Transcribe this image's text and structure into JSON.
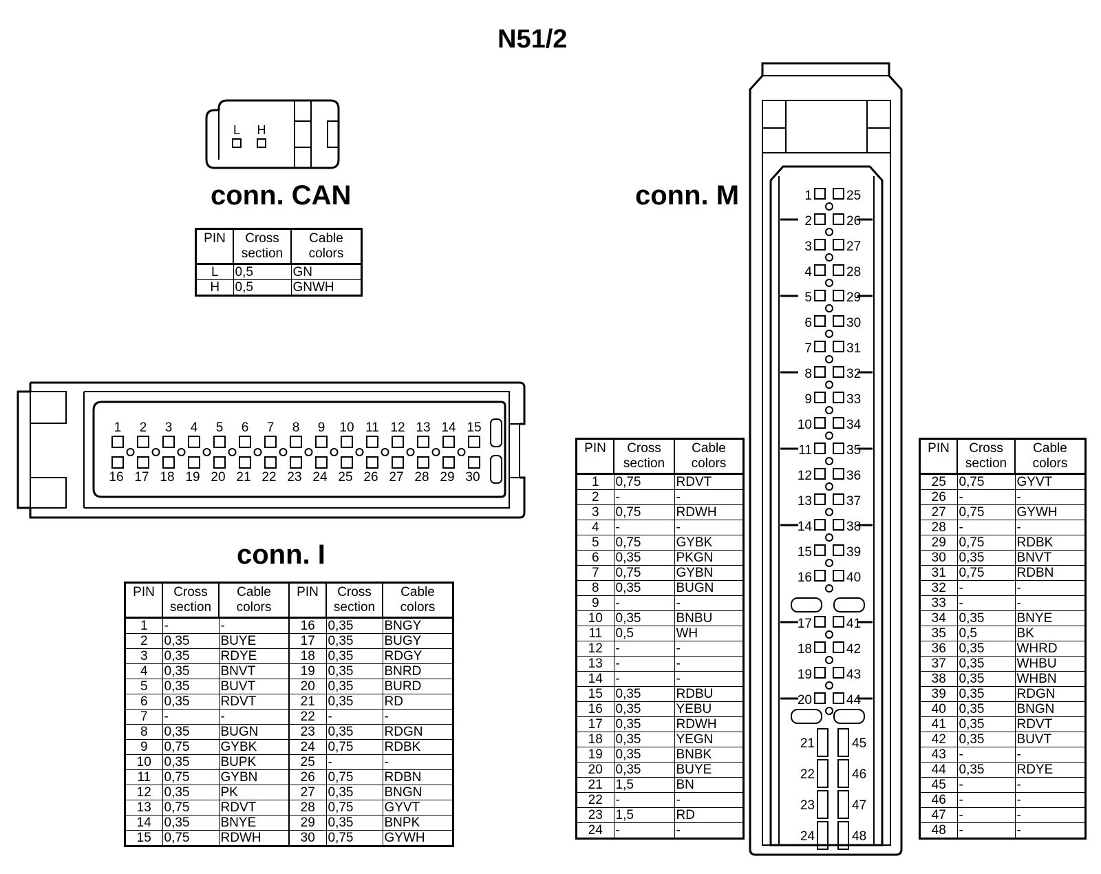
{
  "title": "N51/2",
  "headers": {
    "pin": "PIN",
    "cross": [
      "Cross",
      "section"
    ],
    "cable": [
      "Cable",
      "colors"
    ]
  },
  "connectors": {
    "can": {
      "label": "conn. CAN",
      "pin_marks": [
        "L",
        "H"
      ],
      "rows": [
        {
          "pin": "L",
          "cross": "0,5",
          "color": "GN"
        },
        {
          "pin": "H",
          "cross": "0,5",
          "color": "GNWH"
        }
      ]
    },
    "i": {
      "label": "conn. I",
      "face_top": [
        "1",
        "2",
        "3",
        "4",
        "5",
        "6",
        "7",
        "8",
        "9",
        "10",
        "11",
        "12",
        "13",
        "14",
        "15"
      ],
      "face_bottom": [
        "16",
        "17",
        "18",
        "19",
        "20",
        "21",
        "22",
        "23",
        "24",
        "25",
        "26",
        "27",
        "28",
        "29",
        "30"
      ],
      "rows": [
        {
          "pin": "1",
          "cross": "-",
          "color": "-"
        },
        {
          "pin": "2",
          "cross": "0,35",
          "color": "BUYE"
        },
        {
          "pin": "3",
          "cross": "0,35",
          "color": "RDYE"
        },
        {
          "pin": "4",
          "cross": "0,35",
          "color": "BNVT"
        },
        {
          "pin": "5",
          "cross": "0,35",
          "color": "BUVT"
        },
        {
          "pin": "6",
          "cross": "0,35",
          "color": "RDVT"
        },
        {
          "pin": "7",
          "cross": "-",
          "color": "-"
        },
        {
          "pin": "8",
          "cross": "0,35",
          "color": "BUGN"
        },
        {
          "pin": "9",
          "cross": "0,75",
          "color": "GYBK"
        },
        {
          "pin": "10",
          "cross": "0,35",
          "color": "BUPK"
        },
        {
          "pin": "11",
          "cross": "0,75",
          "color": "GYBN"
        },
        {
          "pin": "12",
          "cross": "0,35",
          "color": "PK"
        },
        {
          "pin": "13",
          "cross": "0,75",
          "color": "RDVT"
        },
        {
          "pin": "14",
          "cross": "0,35",
          "color": "BNYE"
        },
        {
          "pin": "15",
          "cross": "0,75",
          "color": "RDWH"
        },
        {
          "pin": "16",
          "cross": "0,35",
          "color": "BNGY"
        },
        {
          "pin": "17",
          "cross": "0,35",
          "color": "BUGY"
        },
        {
          "pin": "18",
          "cross": "0,35",
          "color": "RDGY"
        },
        {
          "pin": "19",
          "cross": "0,35",
          "color": "BNRD"
        },
        {
          "pin": "20",
          "cross": "0,35",
          "color": "BURD"
        },
        {
          "pin": "21",
          "cross": "0,35",
          "color": "RD"
        },
        {
          "pin": "22",
          "cross": "-",
          "color": "-"
        },
        {
          "pin": "23",
          "cross": "0,35",
          "color": "RDGN"
        },
        {
          "pin": "24",
          "cross": "0,75",
          "color": "RDBK"
        },
        {
          "pin": "25",
          "cross": "-",
          "color": "-"
        },
        {
          "pin": "26",
          "cross": "0,75",
          "color": "RDBN"
        },
        {
          "pin": "27",
          "cross": "0,35",
          "color": "BNGN"
        },
        {
          "pin": "28",
          "cross": "0,75",
          "color": "GYVT"
        },
        {
          "pin": "29",
          "cross": "0,35",
          "color": "BNPK"
        },
        {
          "pin": "30",
          "cross": "0,75",
          "color": "GYWH"
        }
      ]
    },
    "m": {
      "label": "conn. M",
      "rows": [
        {
          "pin": "1",
          "cross": "0,75",
          "color": "RDVT"
        },
        {
          "pin": "2",
          "cross": "-",
          "color": "-"
        },
        {
          "pin": "3",
          "cross": "0,75",
          "color": "RDWH"
        },
        {
          "pin": "4",
          "cross": "-",
          "color": "-"
        },
        {
          "pin": "5",
          "cross": "0,75",
          "color": "GYBK"
        },
        {
          "pin": "6",
          "cross": "0,35",
          "color": "PKGN"
        },
        {
          "pin": "7",
          "cross": "0,75",
          "color": "GYBN"
        },
        {
          "pin": "8",
          "cross": "0,35",
          "color": "BUGN"
        },
        {
          "pin": "9",
          "cross": "-",
          "color": "-"
        },
        {
          "pin": "10",
          "cross": "0,35",
          "color": "BNBU"
        },
        {
          "pin": "11",
          "cross": "0,5",
          "color": "WH"
        },
        {
          "pin": "12",
          "cross": "-",
          "color": "-"
        },
        {
          "pin": "13",
          "cross": "-",
          "color": "-"
        },
        {
          "pin": "14",
          "cross": "-",
          "color": "-"
        },
        {
          "pin": "15",
          "cross": "0,35",
          "color": "RDBU"
        },
        {
          "pin": "16",
          "cross": "0,35",
          "color": "YEBU"
        },
        {
          "pin": "17",
          "cross": "0,35",
          "color": "RDWH"
        },
        {
          "pin": "18",
          "cross": "0,35",
          "color": "YEGN"
        },
        {
          "pin": "19",
          "cross": "0,35",
          "color": "BNBK"
        },
        {
          "pin": "20",
          "cross": "0,35",
          "color": "BUYE"
        },
        {
          "pin": "21",
          "cross": "1,5",
          "color": "BN"
        },
        {
          "pin": "22",
          "cross": "-",
          "color": "-"
        },
        {
          "pin": "23",
          "cross": "1,5",
          "color": "RD"
        },
        {
          "pin": "24",
          "cross": "-",
          "color": "-"
        },
        {
          "pin": "25",
          "cross": "0,75",
          "color": "GYVT"
        },
        {
          "pin": "26",
          "cross": "-",
          "color": "-"
        },
        {
          "pin": "27",
          "cross": "0,75",
          "color": "GYWH"
        },
        {
          "pin": "28",
          "cross": "-",
          "color": "-"
        },
        {
          "pin": "29",
          "cross": "0,75",
          "color": "RDBK"
        },
        {
          "pin": "30",
          "cross": "0,35",
          "color": "BNVT"
        },
        {
          "pin": "31",
          "cross": "0,75",
          "color": "RDBN"
        },
        {
          "pin": "32",
          "cross": "-",
          "color": "-"
        },
        {
          "pin": "33",
          "cross": "-",
          "color": "-"
        },
        {
          "pin": "34",
          "cross": "0,35",
          "color": "BNYE"
        },
        {
          "pin": "35",
          "cross": "0,5",
          "color": "BK"
        },
        {
          "pin": "36",
          "cross": "0,35",
          "color": "WHRD"
        },
        {
          "pin": "37",
          "cross": "0,35",
          "color": "WHBU"
        },
        {
          "pin": "38",
          "cross": "0,35",
          "color": "WHBN"
        },
        {
          "pin": "39",
          "cross": "0,35",
          "color": "RDGN"
        },
        {
          "pin": "40",
          "cross": "0,35",
          "color": "BNGN"
        },
        {
          "pin": "41",
          "cross": "0,35",
          "color": "RDVT"
        },
        {
          "pin": "42",
          "cross": "0,35",
          "color": "BUVT"
        },
        {
          "pin": "43",
          "cross": "-",
          "color": "-"
        },
        {
          "pin": "44",
          "cross": "0,35",
          "color": "RDYE"
        },
        {
          "pin": "45",
          "cross": "-",
          "color": "-"
        },
        {
          "pin": "46",
          "cross": "-",
          "color": "-"
        },
        {
          "pin": "47",
          "cross": "-",
          "color": "-"
        },
        {
          "pin": "48",
          "cross": "-",
          "color": "-"
        }
      ]
    }
  }
}
